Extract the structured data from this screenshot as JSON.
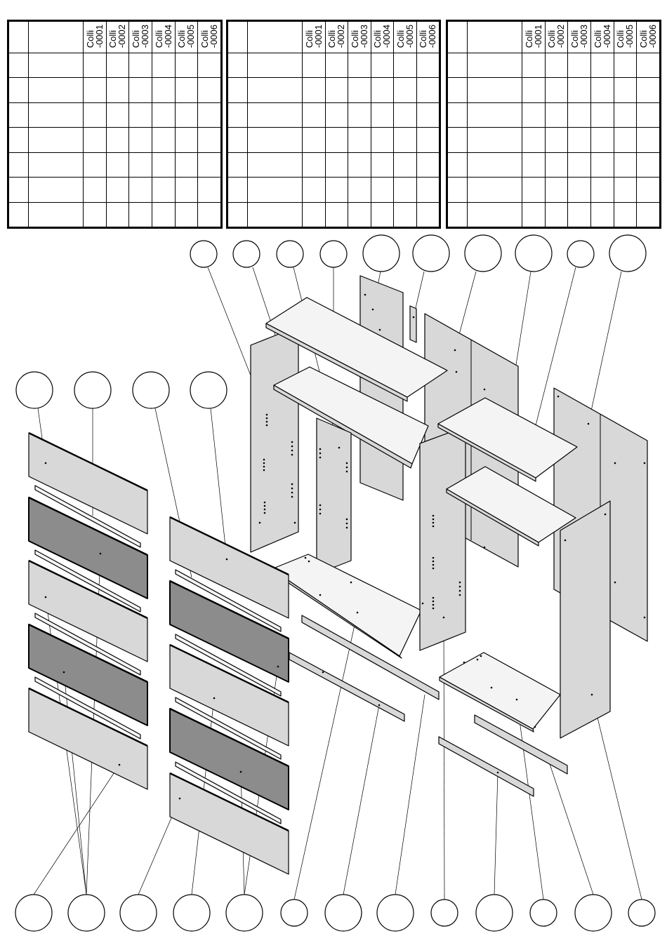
{
  "tables": [
    {
      "column_headers": [
        "Colli\n-0001",
        "Colli\n-0002",
        "Colli\n-0003",
        "Colli\n-0004",
        "Colli\n-0005",
        "Colli\n-0006"
      ],
      "row_count": 7
    },
    {
      "column_headers": [
        "Colli\n-0001",
        "Colli\n-0002",
        "Colli\n-0003",
        "Colli\n-0004",
        "Colli\n-0005",
        "Colli\n-0006"
      ],
      "row_count": 7
    },
    {
      "column_headers": [
        "Colli\n-0001",
        "Colli\n-0002",
        "Colli\n-0003",
        "Colli\n-0004",
        "Colli\n-0005",
        "Colli\n-0006"
      ],
      "row_count": 7
    }
  ],
  "colors": {
    "line": "#000000",
    "panel_light": "#d8d8d8",
    "panel_white": "#f4f4f4",
    "panel_dark": "#8c8c8c",
    "background": "#ffffff"
  },
  "callout_bubbles": {
    "count": 27,
    "labels_visible": false
  }
}
